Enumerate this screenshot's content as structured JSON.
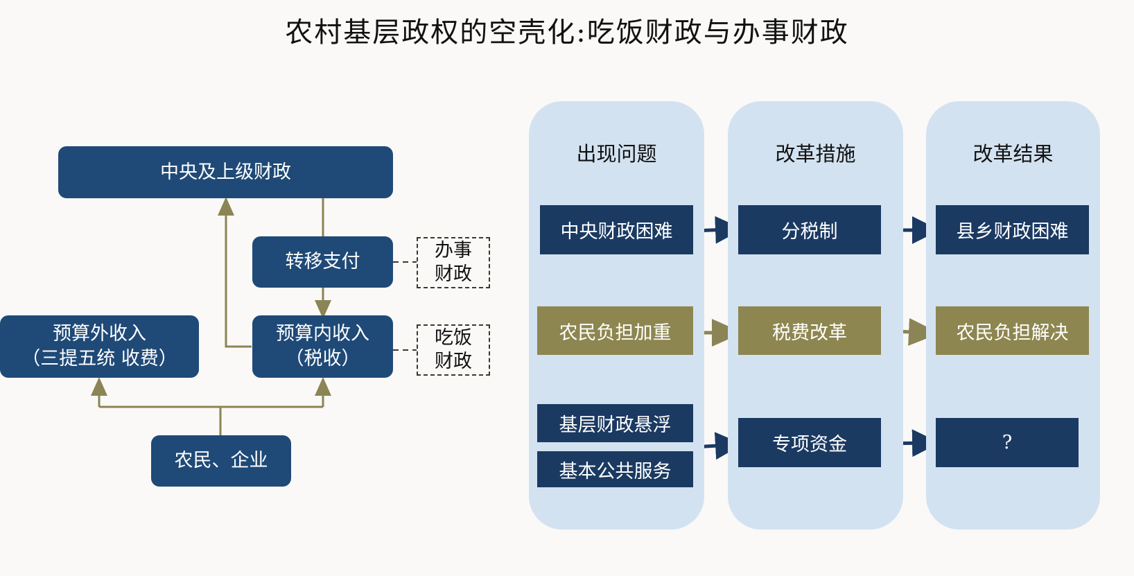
{
  "title": "农村基层政权的空壳化:吃饭财政与办事财政",
  "left_flow": {
    "central_finance": "中央及上级财政",
    "transfer_payment": "转移支付",
    "in_budget_line1": "预算内收入",
    "in_budget_line2": "（税收）",
    "off_budget_line1": "预算外收入",
    "off_budget_line2": "（三提五统 收费）",
    "farmers": "农民、企业",
    "note_banshi_1": "办事",
    "note_banshi_2": "财政",
    "note_chifan_1": "吃饭",
    "note_chifan_2": "财政"
  },
  "columns": {
    "problems": "出现问题",
    "measures": "改革措施",
    "results": "改革结果"
  },
  "rows": {
    "r1_problem": "中央财政困难",
    "r1_measure": "分税制",
    "r1_result": "县乡财政困难",
    "r2_problem": "农民负担加重",
    "r2_measure": "税费改革",
    "r2_result": "农民负担解决",
    "r3_problem_a": "基层财政悬浮",
    "r3_problem_b": "基本公共服务",
    "r3_measure": "专项资金",
    "r3_result": "?"
  },
  "colors": {
    "navy": "#1f4a77",
    "dark_navy": "#1b3a62",
    "olive": "#8e8650",
    "column_bg": "#d3e2f0",
    "connector": "#8b8455"
  }
}
